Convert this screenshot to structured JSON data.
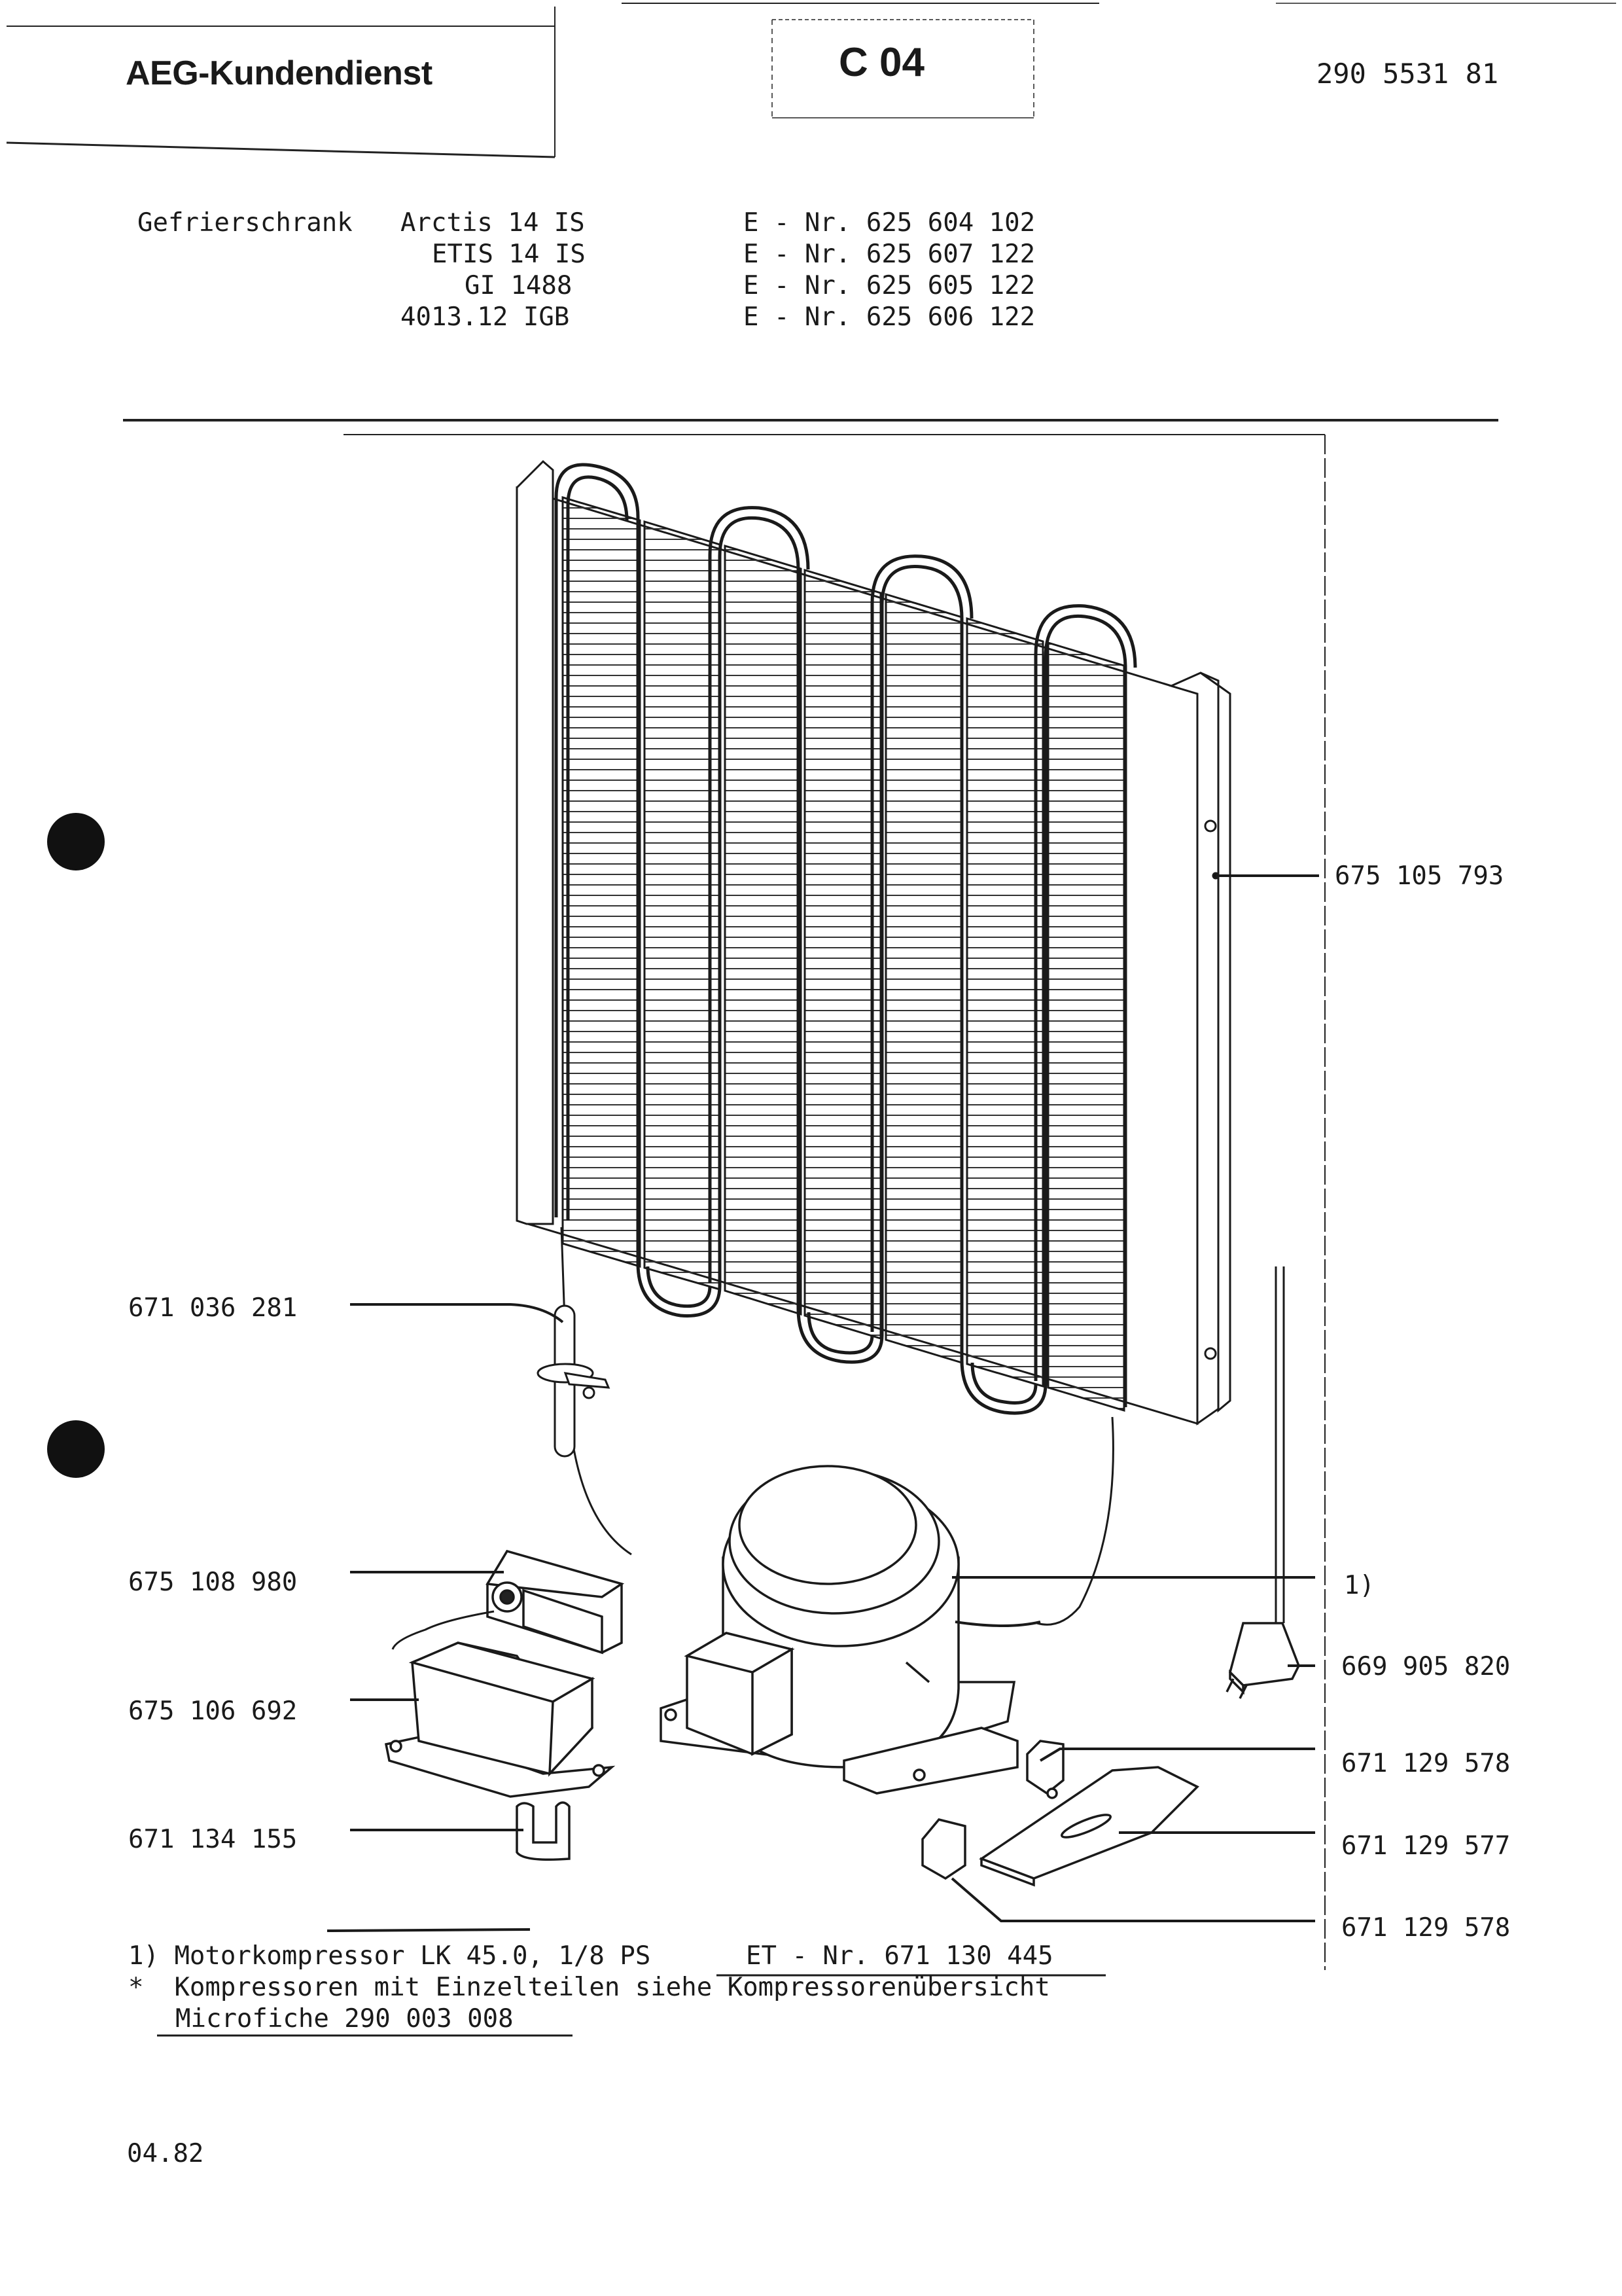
{
  "header": {
    "company": "AEG-Kundendienst",
    "section_code": "C 04",
    "document_number": "290 5531 81"
  },
  "models": {
    "category": "Gefrierschrank",
    "rows": [
      {
        "model": "Arctis 14 IS",
        "enr": "E - Nr. 625 604 102"
      },
      {
        "model": "ETIS 14 IS",
        "enr": "E - Nr. 625 607 122"
      },
      {
        "model": "GI 1488",
        "enr": "E - Nr. 625 605 122"
      },
      {
        "model": "4013.12 IGB",
        "enr": "E - Nr. 625 606 122"
      }
    ]
  },
  "parts_left": [
    "671 036 281",
    "675 108 980",
    "675 106 692",
    "671 134 155"
  ],
  "parts_right": [
    "675 105 793",
    "1)",
    "669 905 820",
    "671 129 578",
    "671 129 577",
    "671 129 578"
  ],
  "notes": {
    "line1_text": "1) Motorkompressor LK 45.0, 1/8 PS",
    "line1_ref": "ET - Nr. 671 130 445",
    "line2": "*  Kompressoren mit Einzelteilen siehe Kompressorenübersicht",
    "line3": "Microfiche 290 003 008"
  },
  "footer": {
    "date": "04.82"
  }
}
